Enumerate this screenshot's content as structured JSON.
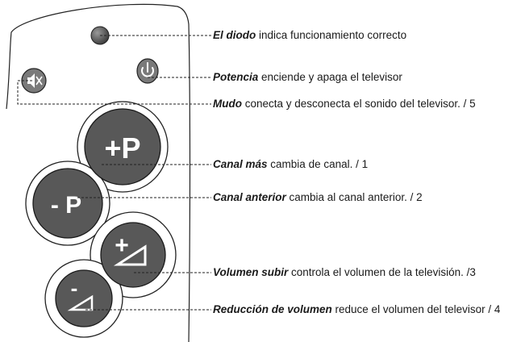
{
  "colors": {
    "button_fill": "#585858",
    "button_stroke": "#1a1a1a",
    "body_fill": "#ffffff",
    "outline": "#222222",
    "label": "#ffffff"
  },
  "remote": {
    "buttons": [
      {
        "id": "diode",
        "icon": "led-indicator-icon"
      },
      {
        "id": "power",
        "icon": "power-icon"
      },
      {
        "id": "mute",
        "icon": "speaker-mute-icon"
      },
      {
        "id": "channel_up",
        "label": "+P"
      },
      {
        "id": "channel_prev",
        "label": "- P"
      },
      {
        "id": "volume_up",
        "icon": "volume-up-icon",
        "label": "+"
      },
      {
        "id": "volume_down",
        "icon": "volume-down-icon",
        "label": "-"
      }
    ]
  },
  "callouts": [
    {
      "term": "El diodo",
      "text": " indica funcionamiento correcto"
    },
    {
      "term": "Potencia",
      "text": " enciende y apaga el televisor"
    },
    {
      "term": "Mudo",
      "text": " conecta y desconecta el sonido del televisor. / 5"
    },
    {
      "term": "Canal más",
      "text": " cambia de canal. / 1"
    },
    {
      "term": "Canal anterior",
      "text": " cambia al canal anterior. / 2"
    },
    {
      "term": "Volumen subir",
      "text": " controla el volumen de la televisión. /3"
    },
    {
      "term": "Reducción de volumen",
      "text": " reduce el volumen del televisor / 4"
    }
  ]
}
